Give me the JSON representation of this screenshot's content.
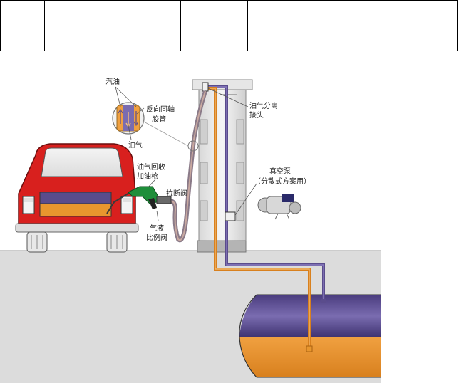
{
  "table": {
    "cells": [
      "",
      "",
      "",
      ""
    ]
  },
  "labels": {
    "gasoline": "汽油",
    "coaxial_line1": "反向同轴",
    "coaxial_line2": "胶管",
    "vapor": "油气",
    "separator_line1": "油气分离",
    "separator_line2": "接头",
    "nozzle_line1": "油气回收",
    "nozzle_line2": "加油枪",
    "breakaway": "拉断阀",
    "ratio_valve_line1": "气液",
    "ratio_valve_line2": "比例阀",
    "vacuum_pump_line1": "真空泵",
    "vacuum_pump_line2": "（分散式方案用）"
  },
  "colors": {
    "car_body": "#d8201e",
    "gasoline": "#e8962e",
    "vapor": "#5a4c8c",
    "ground": "#dcdcdc",
    "hose": "#7a6a78"
  }
}
